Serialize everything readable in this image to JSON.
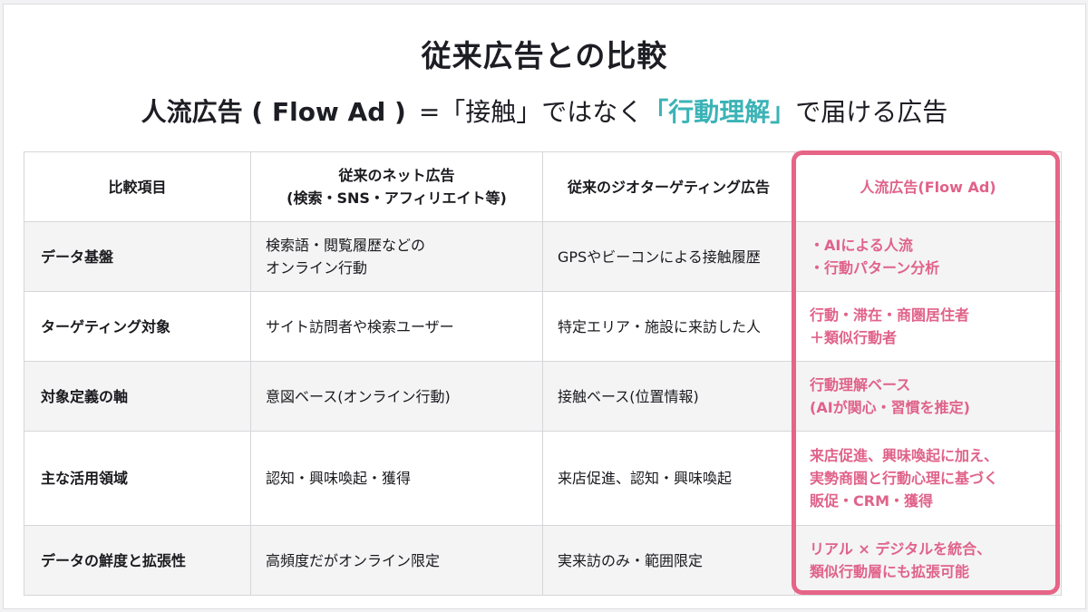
{
  "title": "従来広告との比較",
  "subtitle": {
    "brand": "人流広告 ( Flow Ad )",
    "part1": "=「接触」ではなく",
    "accent": "「行動理解」",
    "part2": "で届ける広告"
  },
  "colors": {
    "accent_teal": "#3bb3b6",
    "highlight_pink": "#e66587",
    "text_dark": "#1d1d24",
    "row_alt": "#f4f4f5"
  },
  "table": {
    "headers": [
      {
        "lines": [
          "比較項目"
        ]
      },
      {
        "lines": [
          "従来のネット広告",
          "(検索・SNS・アフィリエイト等)"
        ]
      },
      {
        "lines": [
          "従来のジオターゲティング広告"
        ]
      },
      {
        "lines": [
          "人流広告(Flow Ad)"
        ]
      }
    ],
    "rows": [
      {
        "item": "データ基盤",
        "net": [
          "検索語・閲覧履歴などの",
          "オンライン行動"
        ],
        "geo": [
          "GPSやビーコンによる接触履歴"
        ],
        "flow": [
          "・AIによる人流",
          "・行動パターン分析"
        ]
      },
      {
        "item": "ターゲティング対象",
        "net": [
          "サイト訪問者や検索ユーザー"
        ],
        "geo": [
          "特定エリア・施設に来訪した人"
        ],
        "flow": [
          "行動・滞在・商圏居住者",
          "＋類似行動者"
        ]
      },
      {
        "item": "対象定義の軸",
        "net": [
          "意図ベース(オンライン行動)"
        ],
        "geo": [
          "接触ベース(位置情報)"
        ],
        "flow": [
          "行動理解ベース",
          "(AIが関心・習慣を推定)"
        ]
      },
      {
        "item": "主な活用領域",
        "net": [
          "認知・興味喚起・獲得"
        ],
        "geo": [
          "来店促進、認知・興味喚起"
        ],
        "flow": [
          "来店促進、興味喚起に加え、",
          "実勢商圏と行動心理に基づく",
          "販促・CRM・獲得"
        ]
      },
      {
        "item": "データの鮮度と拡張性",
        "net": [
          "高頻度だがオンライン限定"
        ],
        "geo": [
          "実来訪のみ・範囲限定"
        ],
        "flow": [
          "リアル × デジタルを統合、",
          "類似行動層にも拡張可能"
        ]
      }
    ]
  }
}
